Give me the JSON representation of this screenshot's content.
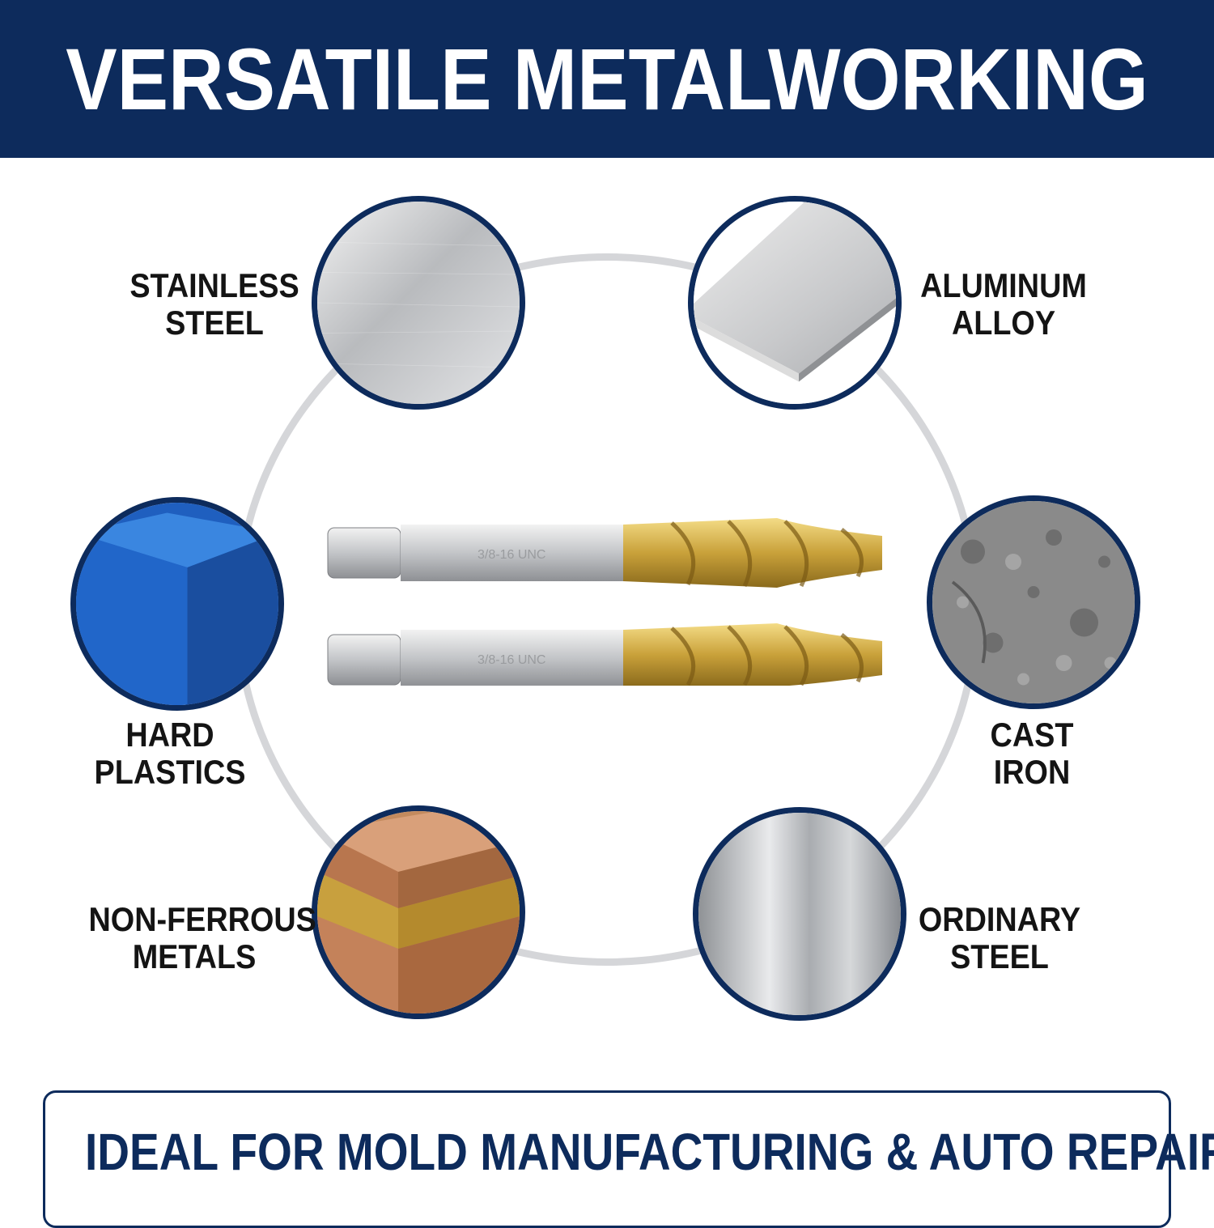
{
  "header": {
    "title": "VERSATILE METALWORKING"
  },
  "materials": [
    {
      "line1": "STAINLESS",
      "line2": "STEEL",
      "icon": "brushed-steel-icon"
    },
    {
      "line1": "ALUMINUM",
      "line2": "ALLOY",
      "icon": "aluminum-plate-icon"
    },
    {
      "line1": "HARD",
      "line2": "PLASTICS",
      "icon": "blue-plastic-cube-icon"
    },
    {
      "line1": "CAST",
      "line2": "IRON",
      "icon": "cast-iron-texture-icon"
    },
    {
      "line1": "NON-FERROUS",
      "line2": "METALS",
      "icon": "copper-brass-bars-icon"
    },
    {
      "line1": "ORDINARY",
      "line2": "STEEL",
      "icon": "steel-sheen-icon"
    }
  ],
  "product": {
    "engraving": "3/8-16 UNC",
    "icon": "spiral-tap-icon"
  },
  "footer": {
    "text": "IDEAL FOR MOLD MANUFACTURING & AUTO REPAIR"
  },
  "colors": {
    "navy": "#0d2b5c",
    "ring": "#d5d6d9",
    "gold": "#c9a13a"
  }
}
